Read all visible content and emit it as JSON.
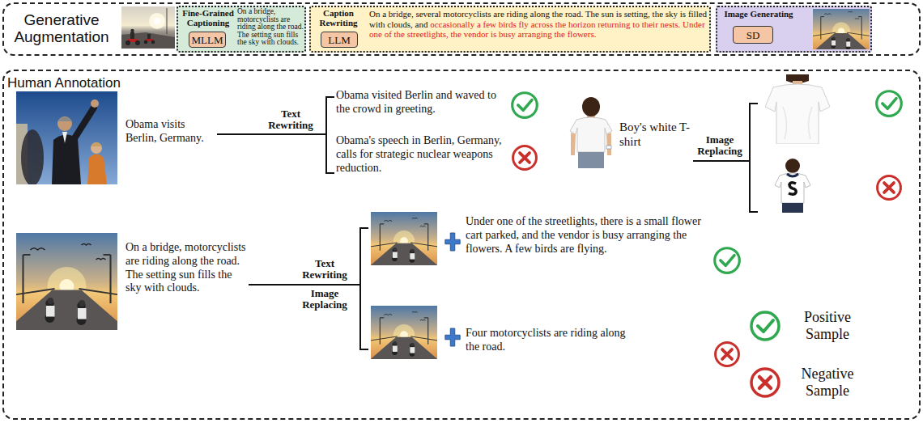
{
  "diagram": {
    "nodes": [
      {
        "text": [
          "Generative Augmentation"
        ]
      },
      {
        "text": [
          "Fine-Grained Captioning",
          "On a bridge, motorcyclists are riding along the road. The setting sun fills the sky with clouds."
        ],
        "in": 0
      },
      {
        "text": [
          "MLLM"
        ],
        "in": 1
      },
      {
        "text": [
          "Caption Rewriting",
          "On a bridge, several motorcyclists are riding along the road. The sun is setting, the sky is filled with clouds, and",
          "occasionally a few birds fly across the horizon returning to their nests. Under one of the streetlights, the vendor is busy arranging the flowers."
        ],
        "in": 0
      },
      {
        "text": [
          "LLM"
        ],
        "in": 3
      },
      {
        "text": [
          "Image Generating"
        ],
        "in": 0
      },
      {
        "text": [
          "SD"
        ],
        "in": 5
      },
      {
        "text": [
          "Human Annotation"
        ]
      }
    ],
    "labels": [
      "Obama visits Berlin, Germany.",
      "Text Rewriting",
      "Obama visited Berlin and waved to the crowd in greeting.",
      "Obama's speech in Berlin, Germany, calls for strategic nuclear weapons reduction.",
      "Boy's white T-shirt",
      "Image Replacing",
      "On a bridge, motorcyclists are riding along the road. The setting sun fills the sky with clouds.",
      "Text Rewriting",
      "Image Replacing",
      "Under one of the streetlights, there is a small flower cart parked, and the vendor is busy arranging the flowers. A few birds are flying.",
      "Four motorcyclists are riding along the road."
    ],
    "legend": [
      {
        "text": "Positive Sample"
      },
      {
        "text": "Negative Sample"
      }
    ]
  }
}
